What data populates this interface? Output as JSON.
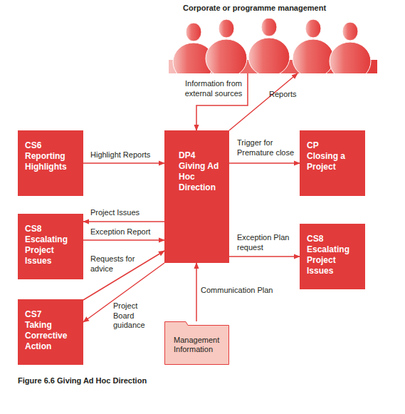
{
  "diagram": {
    "caption": "Figure 6.6 Giving Ad Hoc Direction",
    "nodes": [
      {
        "text": [
          "Corporate or programme management"
        ]
      },
      {
        "text": [
          "CS6",
          "Reporting Highlights"
        ]
      },
      {
        "text": [
          "DP4",
          "Giving Ad Hoc Direction"
        ]
      },
      {
        "text": [
          "CP",
          "Closing a Project"
        ]
      },
      {
        "text": [
          "CS8",
          "Escalating Project Issues"
        ]
      },
      {
        "text": [
          "CS8",
          "Escalating Project Issues"
        ]
      },
      {
        "text": [
          "CS7",
          "Taking Corrective Action"
        ]
      },
      {
        "text": [
          "Management Information"
        ]
      }
    ],
    "edges": [
      {
        "from": 0,
        "to": 2,
        "label": "Information from external sources",
        "arrow": "to"
      },
      {
        "from": 2,
        "to": 0,
        "label": "Reports",
        "arrow": "to"
      },
      {
        "from": 1,
        "to": 2,
        "label": "Highlight Reports",
        "arrow": "to"
      },
      {
        "from": 2,
        "to": 3,
        "label": "Trigger for Premature close",
        "arrow": "to"
      },
      {
        "from": 2,
        "to": 4,
        "label": "Project Issues",
        "arrow": "to"
      },
      {
        "from": 4,
        "to": 2,
        "label": "Exception Report",
        "arrow": "to"
      },
      {
        "from": 6,
        "to": 2,
        "label": "Requests for advice",
        "arrow": "to"
      },
      {
        "from": 2,
        "to": 6,
        "label": "Project Board guidance",
        "arrow": "to"
      },
      {
        "from": 2,
        "to": 5,
        "label": "Exception Plan request",
        "arrow": "to"
      },
      {
        "from": 7,
        "to": 2,
        "label": "Communication Plan",
        "arrow": "to"
      }
    ]
  }
}
